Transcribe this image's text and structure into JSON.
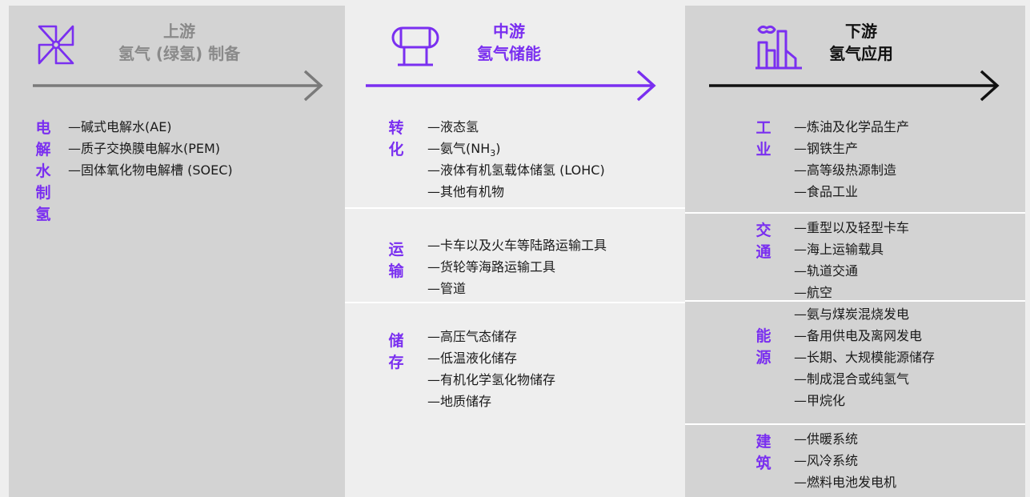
{
  "columns": {
    "upstream": {
      "title_line1": "上游",
      "title_line2": "氢气 (绿氢) 制备",
      "icon": "windmill-icon",
      "arrow_color": "#7a7a7a",
      "sections": [
        {
          "label": "电解水制氢",
          "items": [
            "碱式电解水(AE)",
            "质子交换膜电解水(PEM)",
            "固体氧化物电解槽 (SOEC)"
          ]
        }
      ]
    },
    "midstream": {
      "title_line1": "中游",
      "title_line2": "氢气储能",
      "icon": "storage-tank-icon",
      "arrow_color": "#7a2ff0",
      "sections": [
        {
          "label": "转化",
          "items": [
            "液态氢",
            "氨气(NH3)",
            "液体有机氢载体储氢 (LOHC)",
            "其他有机物"
          ]
        },
        {
          "label": "运输",
          "items": [
            "卡车以及火车等陆路运输工具",
            "货轮等海路运输工具",
            "管道"
          ]
        },
        {
          "label": "储存",
          "items": [
            "高压气态储存",
            "低温液化储存",
            "有机化学氢化物储存",
            "地质储存"
          ]
        }
      ]
    },
    "downstream": {
      "title_line1": "下游",
      "title_line2": "氢气应用",
      "icon": "factory-icon",
      "arrow_color": "#111111",
      "sections": [
        {
          "label": "工业",
          "items": [
            "炼油及化学品生产",
            "钢铁生产",
            "高等级热源制造",
            "食品工业"
          ]
        },
        {
          "label": "交通",
          "items": [
            "重型以及轻型卡车",
            "海上运输载具",
            "轨道交通",
            "航空"
          ]
        },
        {
          "label": "能源",
          "items": [
            "氨与煤炭混烧发电",
            "备用供电及离网发电",
            "长期、大规模能源储存",
            "制成混合或纯氢气",
            "甲烷化"
          ]
        },
        {
          "label": "建筑",
          "items": [
            "供暖系统",
            "风冷系统",
            "燃料电池发电机"
          ]
        }
      ]
    }
  }
}
